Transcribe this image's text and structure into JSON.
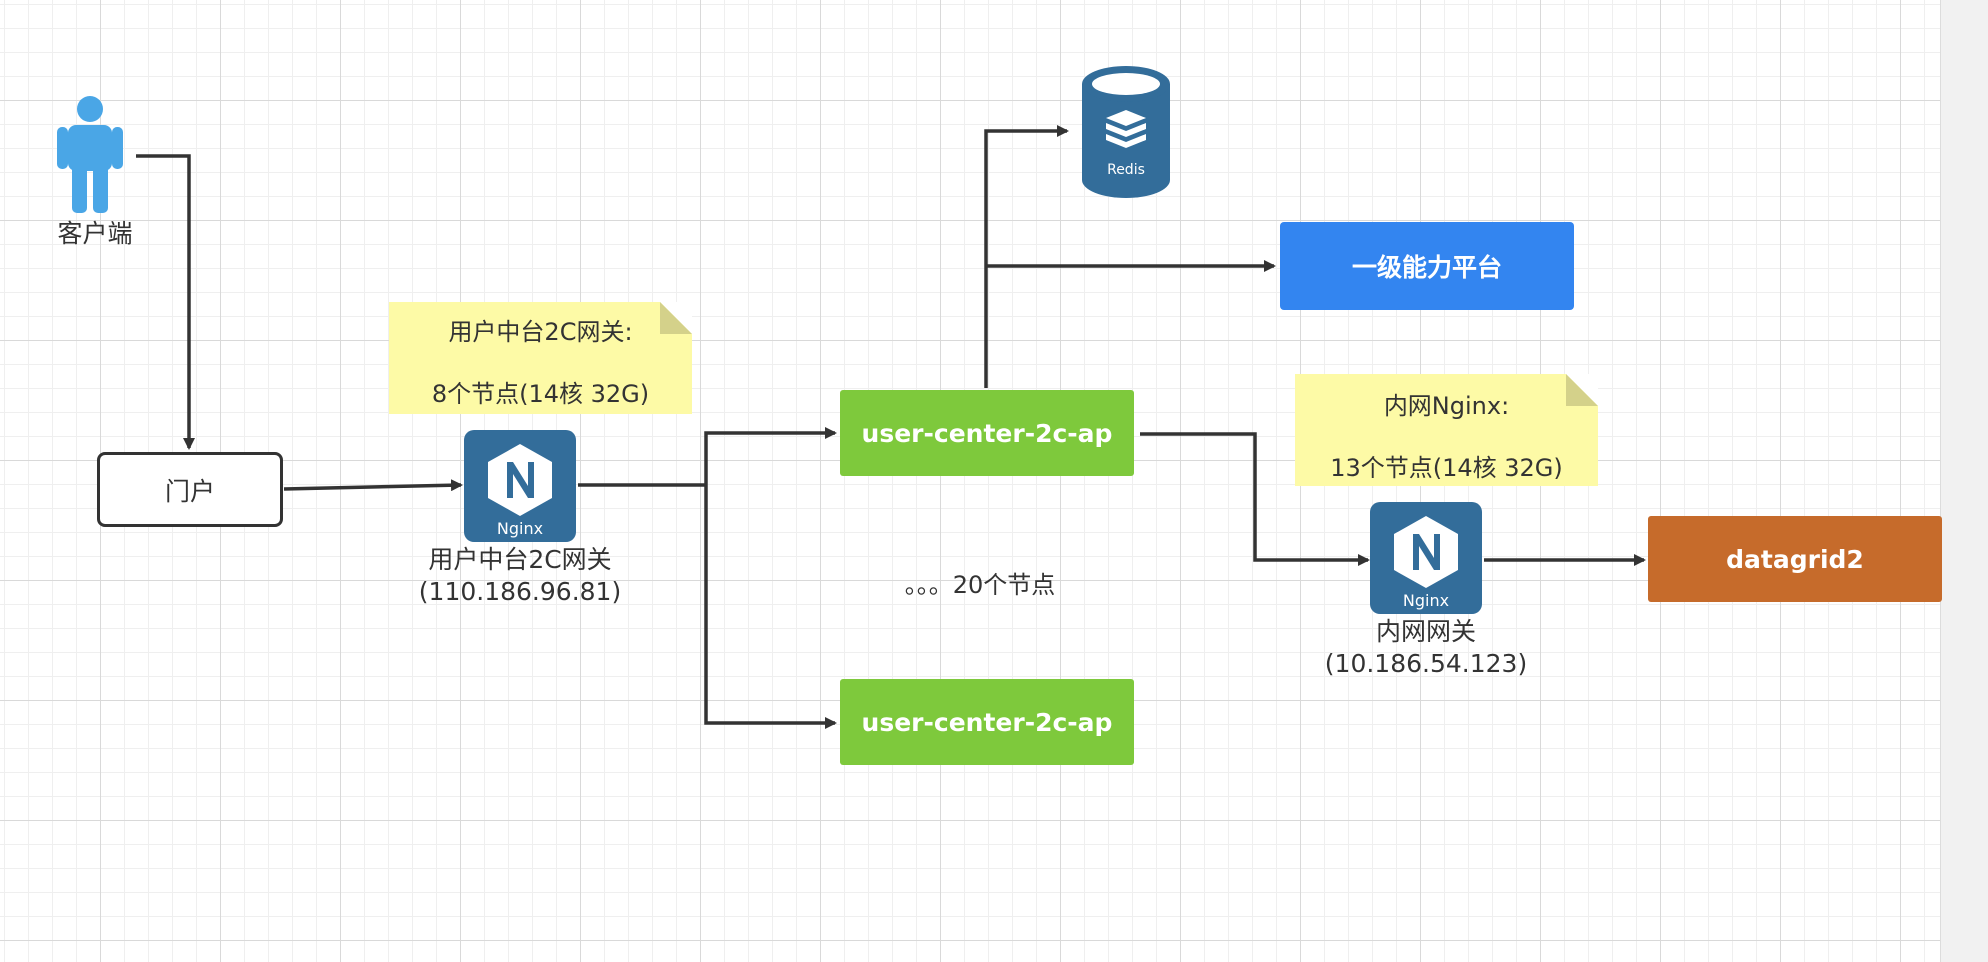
{
  "client": {
    "label": "客户端"
  },
  "portal": {
    "label": "门户"
  },
  "gateway_note": {
    "line1": "用户中台2C网关:",
    "line2": "8个节点(14核 32G)"
  },
  "gateway": {
    "icon_text": "Nginx",
    "name": "用户中台2C网关",
    "ip": "(110.186.96.81)"
  },
  "app_nodes": [
    {
      "label": "user-center-2c-ap"
    },
    {
      "label": "user-center-2c-ap"
    }
  ],
  "app_node_count": "。。。20个节点",
  "redis": {
    "icon_text": "Redis"
  },
  "platform": {
    "label": "一级能力平台"
  },
  "internal_note": {
    "line1": "内网Nginx:",
    "line2": "13个节点(14核 32G)"
  },
  "internal_gateway": {
    "icon_text": "Nginx",
    "name": "内网网关",
    "ip": "(10.186.54.123)"
  },
  "datagrid": {
    "label": "datagrid2"
  },
  "colors": {
    "app_node": "#7ec93c",
    "platform": "#3385f0",
    "datagrid": "#c66b2b",
    "note": "#fdfaa6",
    "nginx_icon": "#336d9a",
    "person_icon": "#4aa6e6"
  }
}
